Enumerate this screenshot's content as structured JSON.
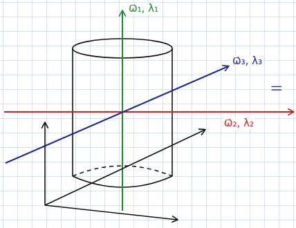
{
  "diagram": {
    "labels": [
      "ω⃗₁, λ₁",
      "ω⃗₃, λ₃",
      "||",
      "ω⃗₂, λ₂"
    ]
  }
}
